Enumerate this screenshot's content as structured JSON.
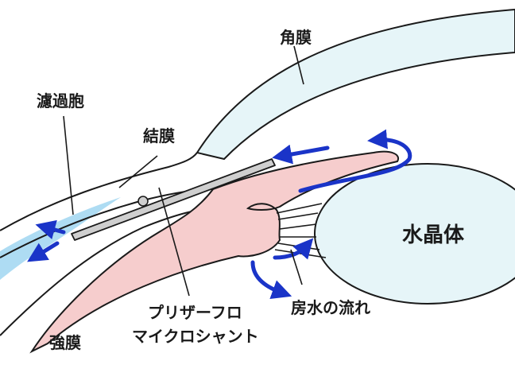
{
  "labels": {
    "cornea": "角膜",
    "filtering_bleb": "濾過胞",
    "conjunctiva": "結膜",
    "lens": "水晶体",
    "sclera": "強膜",
    "shunt_line1": "プリザーフロ",
    "shunt_line2": "マイクロシャント",
    "aqueous_flow": "房水の流れ"
  },
  "colors": {
    "cornea_fill": "#e6f5f8",
    "lens_fill": "#e6f5f8",
    "iris_fill": "#f6cdcd",
    "bleb_fill": "#aedcf3",
    "shunt_fill": "#cfcfcf",
    "flow_arrow": "#1a34c8",
    "outline": "#1a1a1a"
  },
  "icons": {
    "flow_arrows": "blue-curved-arrow-icon",
    "shunt": "tube-icon"
  }
}
